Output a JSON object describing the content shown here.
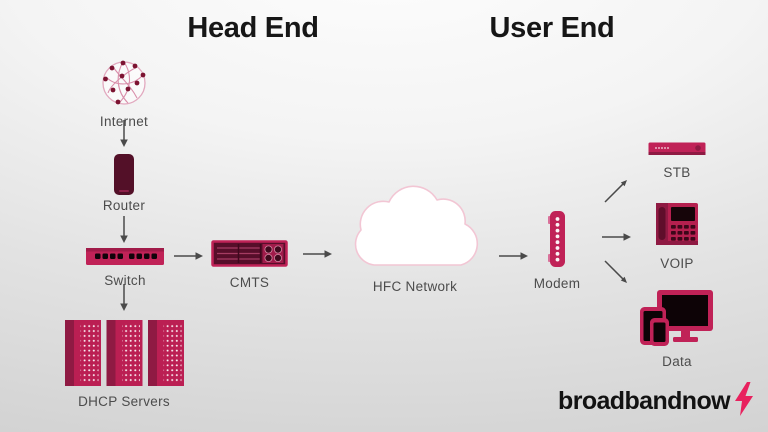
{
  "titles": {
    "head_end": "Head End",
    "user_end": "User End"
  },
  "nodes": {
    "internet": {
      "label": "Internet",
      "icon": "internet-globe-icon"
    },
    "router": {
      "label": "Router",
      "icon": "router-icon"
    },
    "switch": {
      "label": "Switch",
      "icon": "network-switch-icon"
    },
    "dhcp_servers": {
      "label": "DHCP Servers",
      "icon": "server-rack-icon"
    },
    "cmts": {
      "label": "CMTS",
      "icon": "cmts-chassis-icon"
    },
    "hfc_network": {
      "label": "HFC Network",
      "icon": "cloud-icon"
    },
    "modem": {
      "label": "Modem",
      "icon": "modem-icon"
    },
    "stb": {
      "label": "STB",
      "icon": "set-top-box-icon"
    },
    "voip": {
      "label": "VOIP",
      "icon": "voip-phone-icon"
    },
    "data": {
      "label": "Data",
      "icon": "devices-icon"
    }
  },
  "connections": [
    {
      "from": "internet",
      "to": "router",
      "direction": "down"
    },
    {
      "from": "router",
      "to": "switch",
      "direction": "down"
    },
    {
      "from": "switch",
      "to": "dhcp_servers",
      "direction": "down"
    },
    {
      "from": "switch",
      "to": "cmts",
      "direction": "right"
    },
    {
      "from": "cmts",
      "to": "hfc_network",
      "direction": "right"
    },
    {
      "from": "hfc_network",
      "to": "modem",
      "direction": "right"
    },
    {
      "from": "modem",
      "to": "stb",
      "direction": "up-right"
    },
    {
      "from": "modem",
      "to": "voip",
      "direction": "right"
    },
    {
      "from": "modem",
      "to": "data",
      "direction": "down-right"
    }
  ],
  "logo": {
    "text_regular": "broadband",
    "text_bold": "now",
    "icon": "lightning-bolt-icon"
  },
  "colors": {
    "crimson": "#C02257",
    "dark_maroon": "#570E2A",
    "darker_accent": "#8F1A43",
    "label_text": "#4C4C4C",
    "title_text": "#161616",
    "arrow": "#4A4A4A",
    "cloud_fill": "#FFFFFF",
    "cloud_stroke": "#F2C6D4",
    "logo_bolt": "#E8215E",
    "background_top": "#FCFCFC",
    "background_bottom": "#D2D2D2"
  }
}
